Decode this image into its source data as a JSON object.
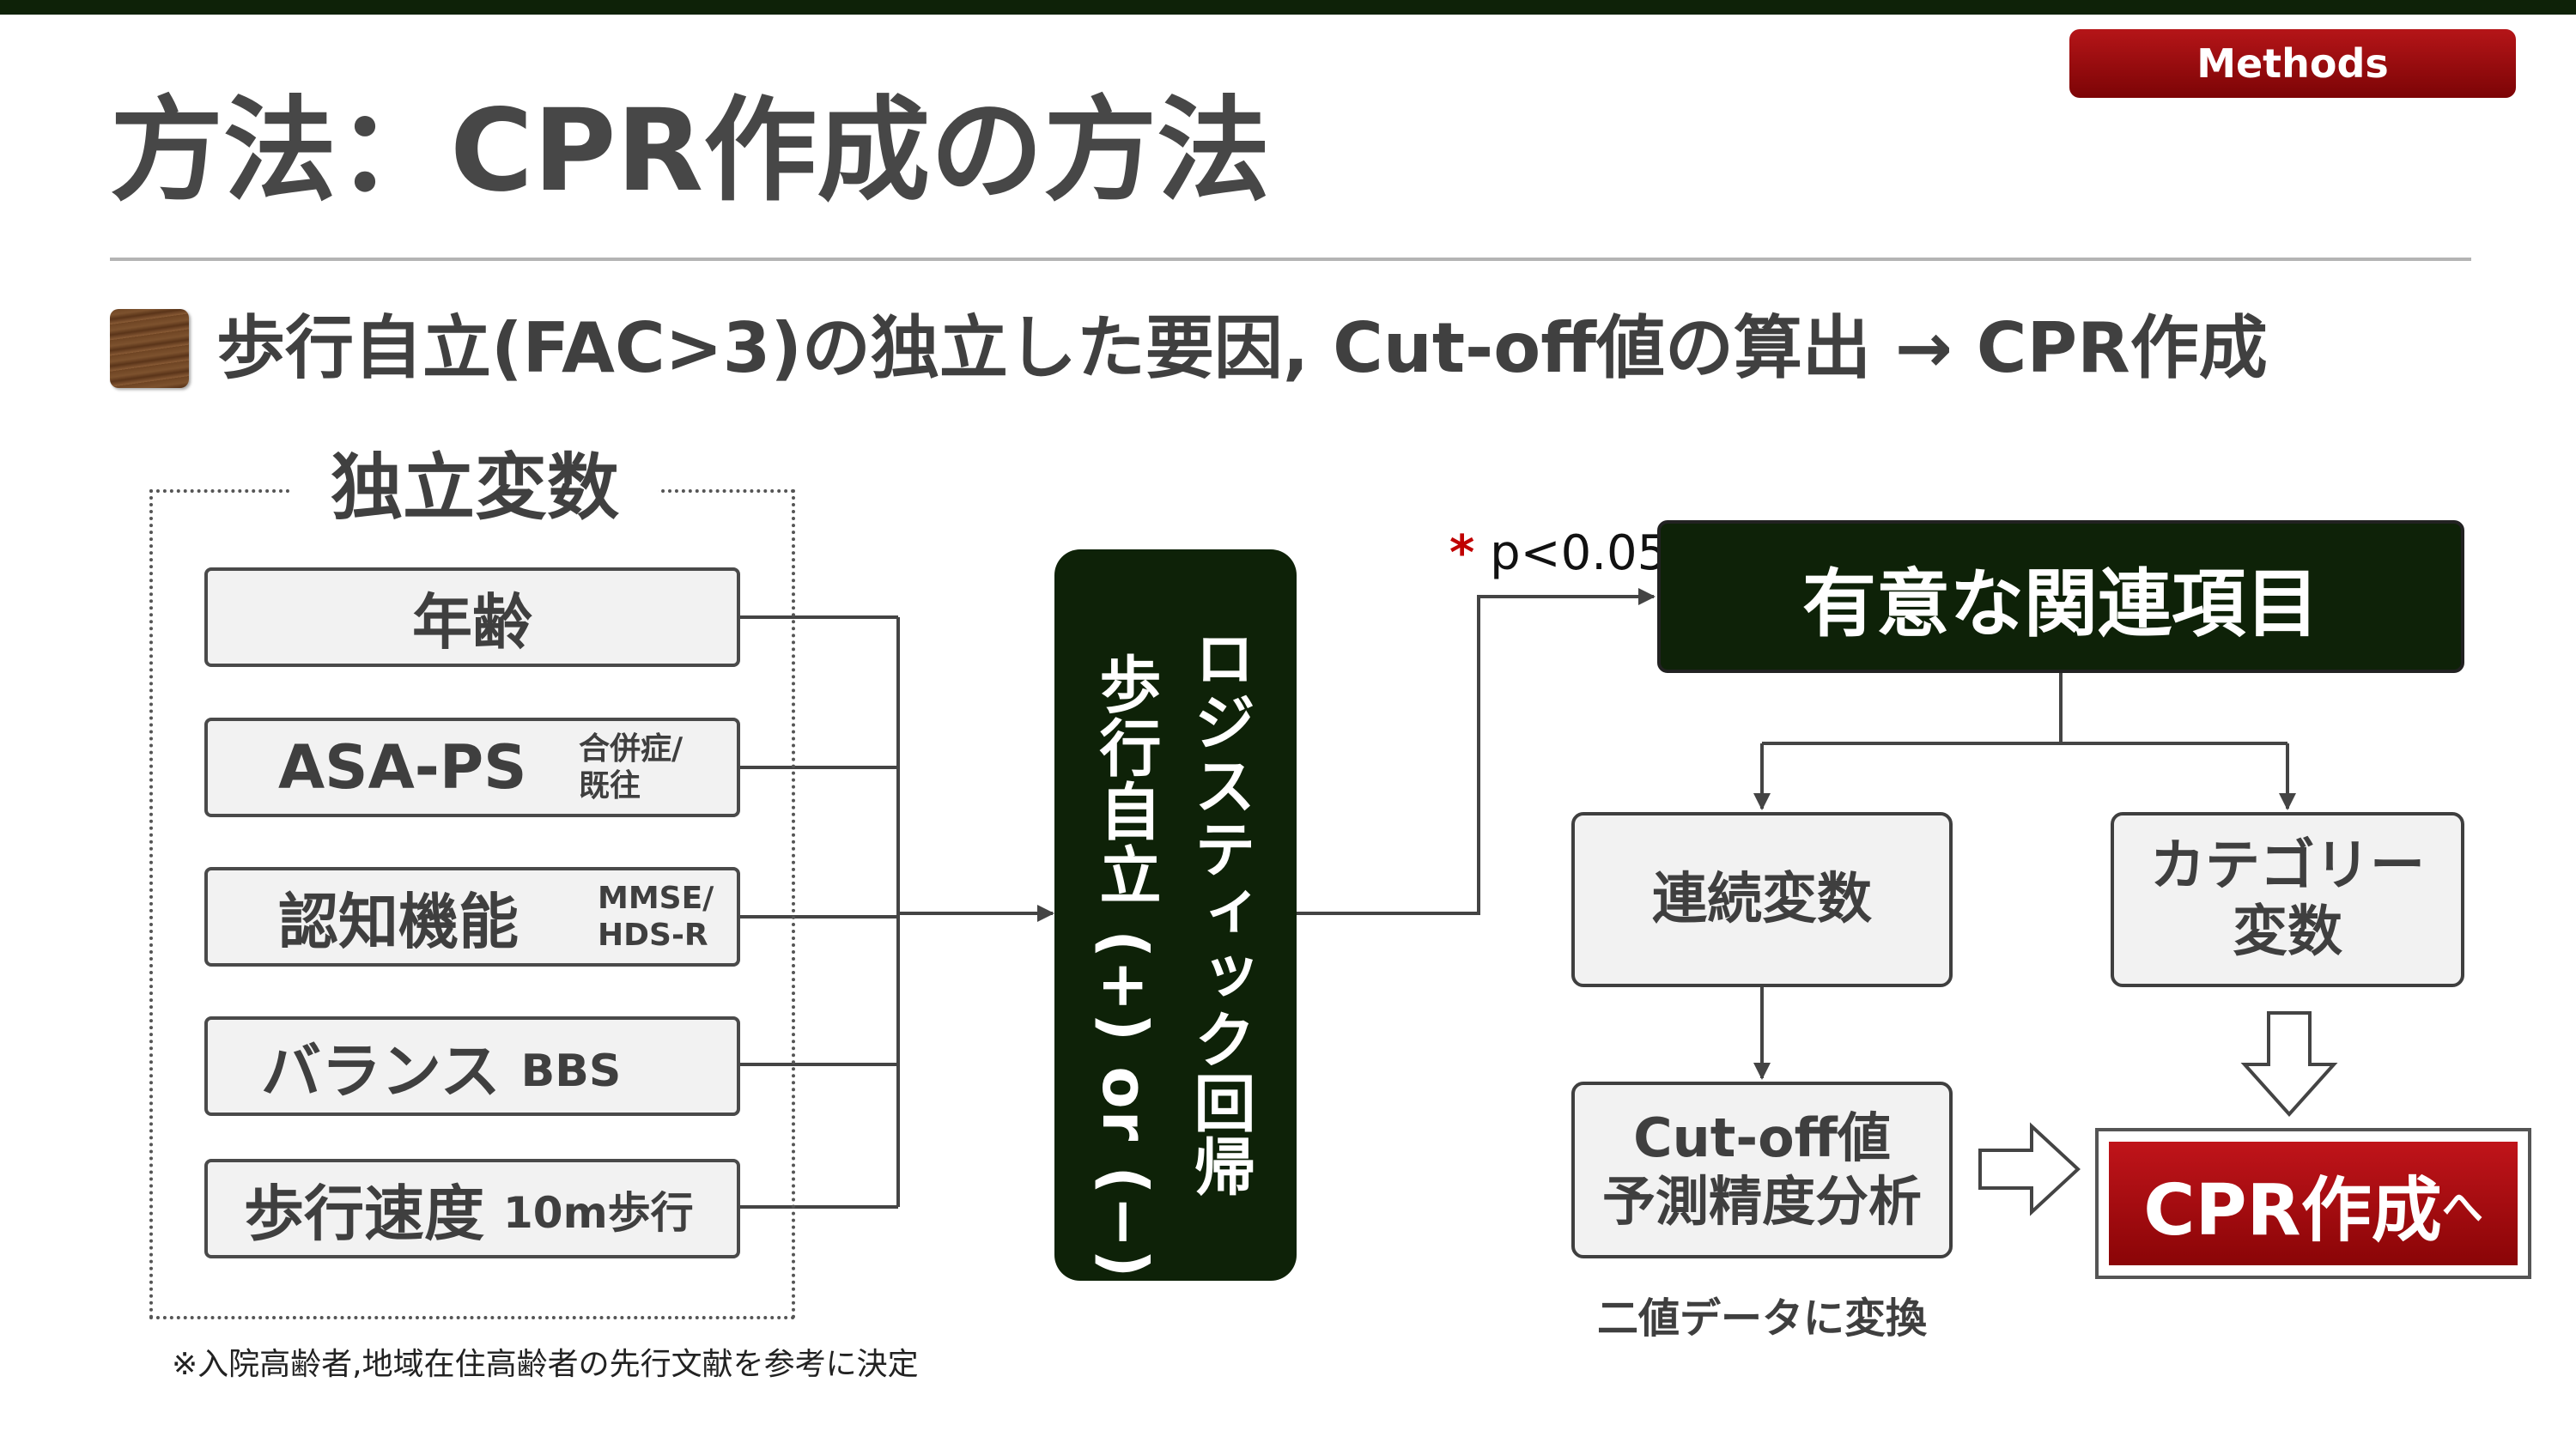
{
  "slide": {
    "badge": "Methods",
    "title": "方法：CPR作成の方法",
    "subtitle": "歩行自立(FAC>3)の独立した要因, Cut-off値の算出 → CPR作成"
  },
  "independent": {
    "label": "独立変数",
    "variables": [
      {
        "main": "年齢",
        "note": ""
      },
      {
        "main": "ASA-PS",
        "note": "合併症/\n既往"
      },
      {
        "main": "認知機能",
        "note": "MMSE/\nHDS-R"
      },
      {
        "main": "バランス",
        "note": "BBS"
      },
      {
        "main": "歩行速度",
        "note": "10m歩行"
      }
    ]
  },
  "regression": {
    "line1": "ロジスティック回帰",
    "line2": "歩行自立 (+) or (−)"
  },
  "significance": {
    "star": "*",
    "text": "p<0.05"
  },
  "significant_items": "有意な関連項目",
  "continuous": "連続変数",
  "categorical": {
    "line1": "カテゴリー",
    "line2": "変数"
  },
  "cutoff": {
    "line1": "Cut-off値",
    "line2": "予測精度分析"
  },
  "binary_note": "二値データに変換",
  "cpr": {
    "main": "CPR作成",
    "suffix": "へ"
  },
  "footnote": "※入院高齢者,地域在住高齢者の先行文献を参考に決定",
  "colors": {
    "dark_green": "#0e2208",
    "accent_red": "#a10d10",
    "box_fill": "#f2f2f2"
  }
}
